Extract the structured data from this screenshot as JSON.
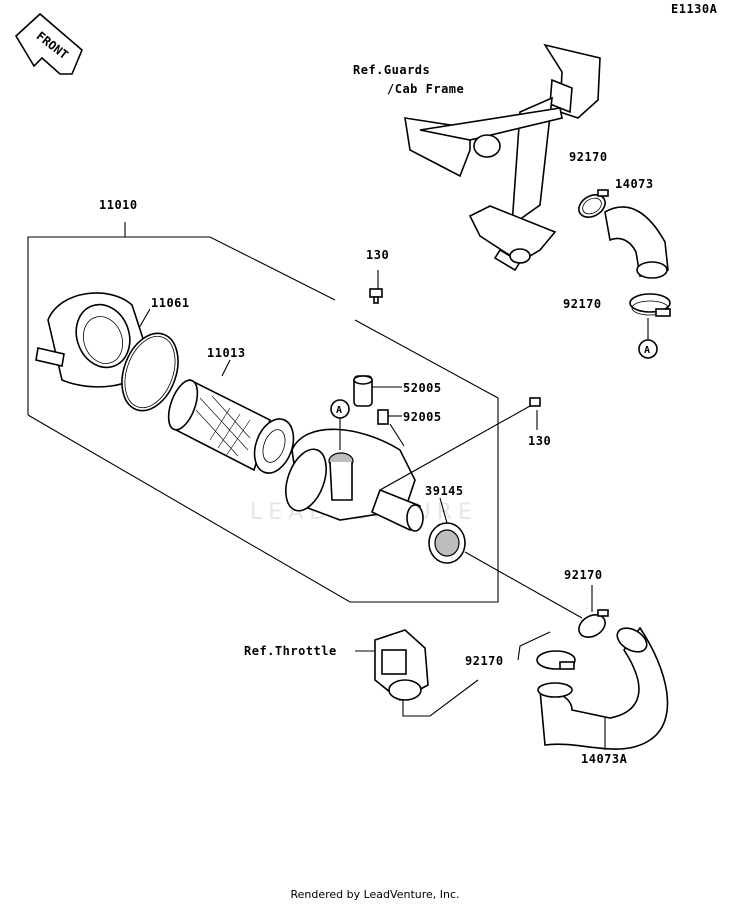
{
  "diagram_id": "E1130A",
  "front_label": "FRONT",
  "watermark": "LEADVENTURE",
  "footer": "Rendered by LeadVenture, Inc.",
  "callout_a": "A",
  "labels": {
    "ref_guards": "Ref.Guards",
    "cab_frame": "/Cab Frame",
    "p11010": "11010",
    "p11061": "11061",
    "p11013": "11013",
    "p130_top": "130",
    "p130_right": "130",
    "p52005": "52005",
    "p92005": "92005",
    "p39145": "39145",
    "p92170_a": "92170",
    "p14073": "14073",
    "p92170_b": "92170",
    "p92170_c": "92170",
    "p92170_d": "92170",
    "ref_throttle": "Ref.Throttle",
    "p14073a": "14073A"
  }
}
